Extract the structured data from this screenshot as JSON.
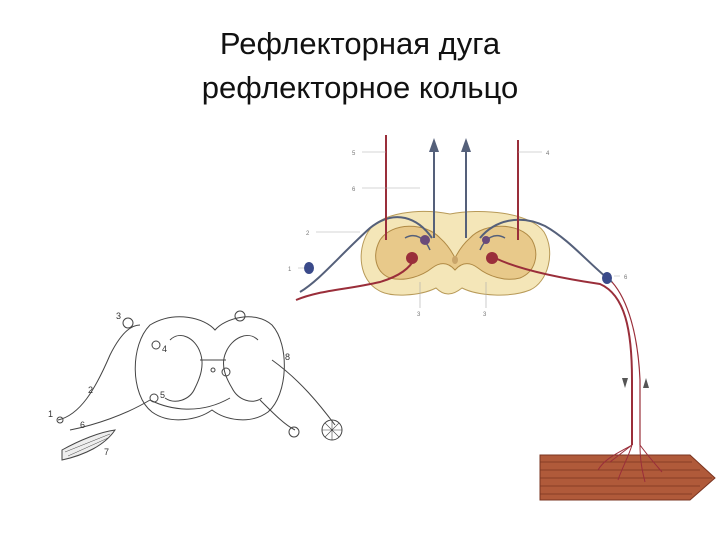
{
  "title": {
    "line1": "Рефлекторная дуга",
    "line2": "рефлекторное кольцо"
  },
  "left_diagram": {
    "labels": [
      "1",
      "2",
      "3",
      "4",
      "5",
      "6",
      "7",
      "8"
    ]
  },
  "right_diagram": {
    "labels": [
      "5",
      "6",
      "2",
      "1",
      "4",
      "3",
      "3",
      "6"
    ]
  },
  "colors": {
    "grey_matter": "#e8c98a",
    "white_matter": "#f4e6b8",
    "afferent_fiber": "#55607a",
    "efferent_fiber": "#9a2e3a",
    "muscle": "#b05a3a"
  }
}
